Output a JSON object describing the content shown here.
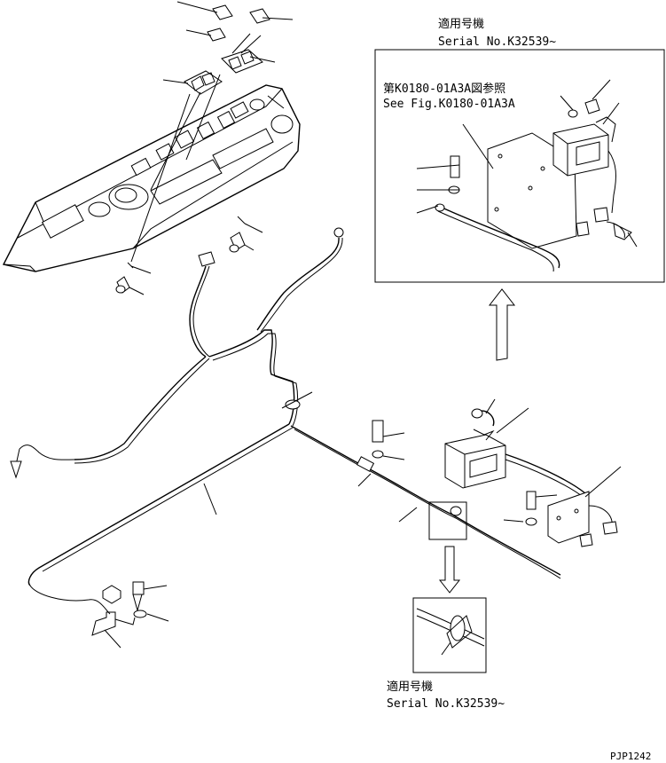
{
  "top_serial_note": {
    "line1": "適用号機",
    "line2": "Serial No.K32539~"
  },
  "bottom_serial_note": {
    "line1": "適用号機",
    "line2": "Serial No.K32539~"
  },
  "reference_note": {
    "line1": "第K0180-01A3A図参照",
    "line2": "See Fig.K0180-01A3A"
  },
  "drawing_code": "PJP1242"
}
